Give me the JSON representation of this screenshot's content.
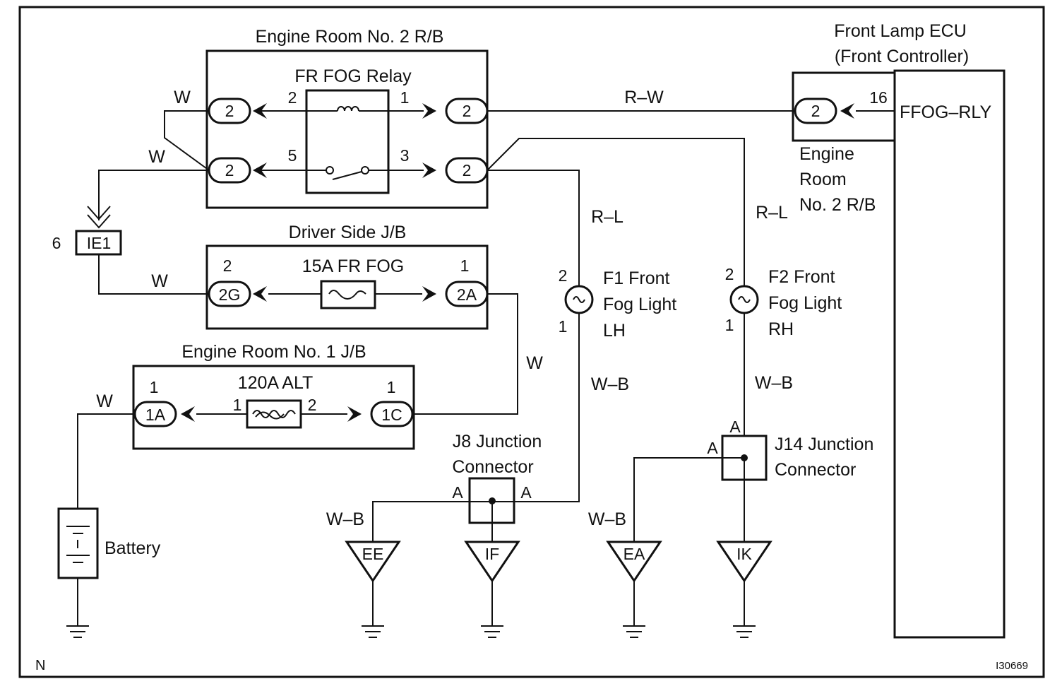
{
  "engine_room_2": {
    "title": "Engine Room No. 2 R/B",
    "relay": "FR FOG Relay"
  },
  "ecu": {
    "title_line1": "Front Lamp ECU",
    "title_line2": "(Front Controller)",
    "terminal_label": "FFOG–RLY",
    "pin_number": "16",
    "connector": "2",
    "rb_line1": "Engine",
    "rb_line2": "Room",
    "rb_line3": "No. 2 R/B"
  },
  "relay_pins": {
    "p1": "1",
    "p2": "2",
    "p3": "3",
    "p5": "5"
  },
  "connectors": {
    "c2": "2",
    "ie1": "IE1",
    "ie1_pin": "6",
    "c2g": "2G",
    "c2a": "2A",
    "c1a": "1A",
    "c1c": "1C"
  },
  "driver_jb": {
    "title": "Driver Side J/B",
    "fuse": "15A FR FOG",
    "pin_left": "2",
    "pin_right": "1"
  },
  "engine_room_1": {
    "title": "Engine Room No. 1 J/B",
    "fuse": "120A ALT",
    "pin_left": "1",
    "pin_right": "1",
    "fuse_pin_left": "1",
    "fuse_pin_right": "2"
  },
  "wires": {
    "w": "W",
    "rw": "R–W",
    "rl": "R–L",
    "wb": "W–B"
  },
  "fog_lh": {
    "line1": "F1 Front",
    "line2": "Fog Light",
    "line3": "LH",
    "pin_top": "2",
    "pin_bottom": "1"
  },
  "fog_rh": {
    "line1": "F2 Front",
    "line2": "Fog Light",
    "line3": "RH",
    "pin_top": "2",
    "pin_bottom": "1"
  },
  "j8": {
    "line1": "J8 Junction",
    "line2": "Connector",
    "pin": "A"
  },
  "j14": {
    "line1": "J14 Junction",
    "line2": "Connector",
    "pin": "A"
  },
  "grounds": {
    "ee": "EE",
    "if": "IF",
    "ea": "EA",
    "ik": "IK"
  },
  "battery": {
    "label": "Battery"
  },
  "footer": {
    "left": "N",
    "right": "I30669"
  }
}
